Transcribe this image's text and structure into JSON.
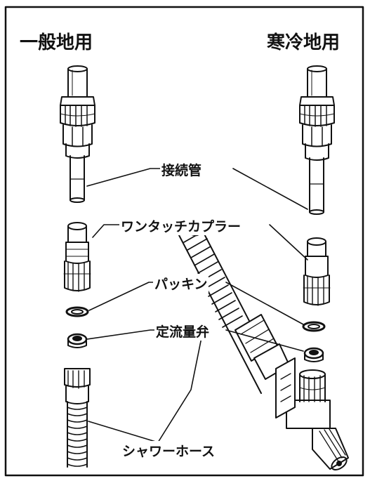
{
  "headers": {
    "left": "一般地用",
    "right": "寒冷地用"
  },
  "parts": {
    "connection_pipe": "接続管",
    "one_touch_coupler": "ワンタッチカプラー",
    "packing": "パッキン",
    "constant_flow_valve": "定流量弁",
    "shower_hose": "シャワーホース"
  },
  "colors": {
    "line": "#111111",
    "border": "#222222",
    "background": "#ffffff"
  }
}
